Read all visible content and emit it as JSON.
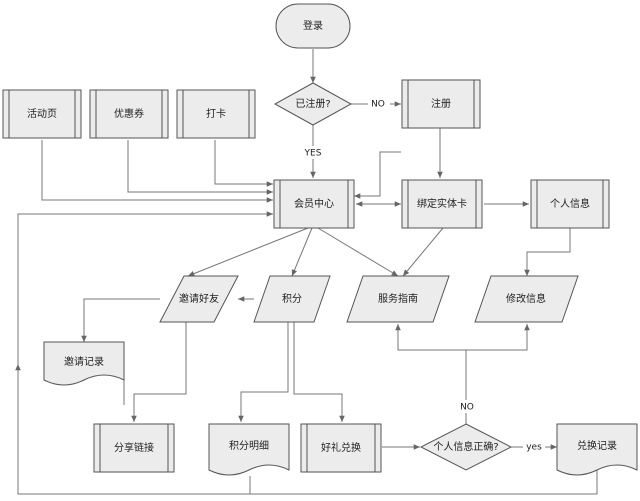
{
  "nodes": {
    "login": "登录",
    "registered_q": "已注册?",
    "register": "注册",
    "activity_page": "活动页",
    "coupon": "优惠券",
    "checkin": "打卡",
    "member_center": "会员中心",
    "bind_card": "绑定实体卡",
    "personal_info": "个人信息",
    "invite_friends": "邀请好友",
    "points": "积分",
    "service_guide": "服务指南",
    "modify_info": "修改信息",
    "invite_record": "邀请记录",
    "share_link": "分享链接",
    "points_detail": "积分明细",
    "gift_exchange": "好礼兑换",
    "info_correct_q": "个人信息正确?",
    "exchange_record": "兑换记录"
  },
  "edge_labels": {
    "no_register": "NO",
    "yes_member": "YES",
    "no_modify": "NO",
    "yes_exchange": "yes"
  },
  "colors": {
    "shape_fill": "#ececec",
    "shape_stroke": "#555555",
    "line": "#777777"
  }
}
